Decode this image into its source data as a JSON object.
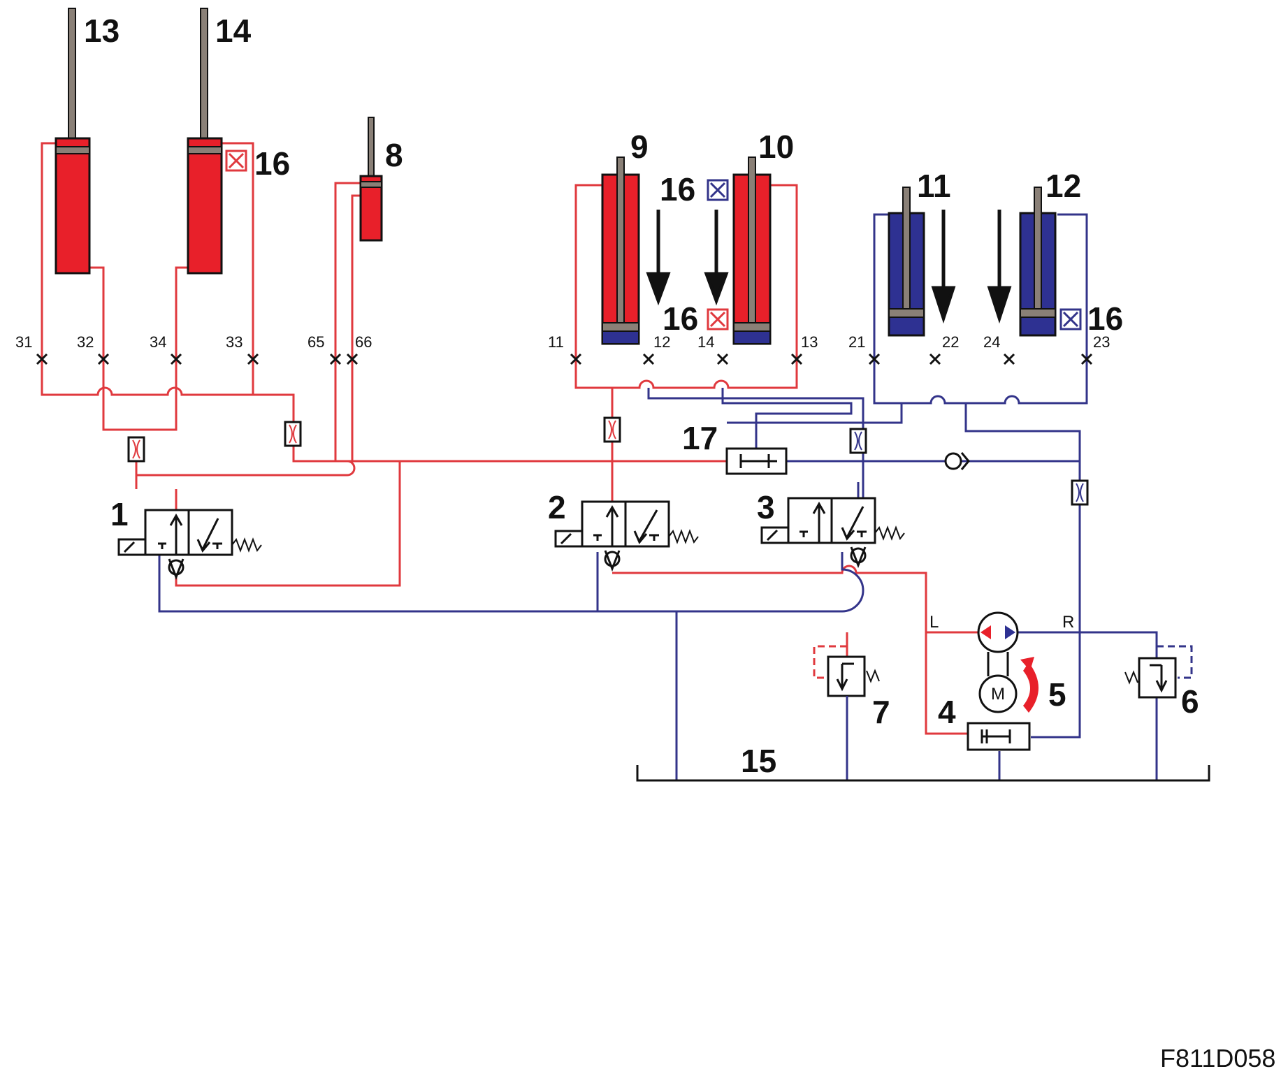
{
  "diagram": {
    "colors": {
      "pressure": "#e0393e",
      "pressure_fill": "#e8202a",
      "return": "#33348a",
      "return_fill": "#2e3192",
      "rod": "#8a8077",
      "outline": "#111111"
    },
    "component_labels": {
      "c13": "13",
      "c14": "14",
      "c16a": "16",
      "c8": "8",
      "c9": "9",
      "c10": "10",
      "c16b": "16",
      "c16c": "16",
      "c11": "11",
      "c12": "12",
      "c16d": "16",
      "c17": "17",
      "c1": "1",
      "c2": "2",
      "c3": "3",
      "c5": "5",
      "c4": "4",
      "c7": "7",
      "c6": "6",
      "c15": "15"
    },
    "port_labels": {
      "p31": "31",
      "p32": "32",
      "p34": "34",
      "p33": "33",
      "p65": "65",
      "p66": "66",
      "p11": "11",
      "p12": "12",
      "p14": "14",
      "p13": "13",
      "p21": "21",
      "p22": "22",
      "p24": "24",
      "p23": "23"
    },
    "pump_ports": {
      "left": "L",
      "right": "R"
    },
    "motor_symbol": "M",
    "figure_code": "F811D058",
    "icons": [
      "hydraulic-cylinder-icon",
      "solenoid-valve-icon",
      "check-valve-icon",
      "restrictor-icon",
      "pressure-relief-valve-icon",
      "pump-icon",
      "motor-icon",
      "sensor-icon"
    ]
  }
}
